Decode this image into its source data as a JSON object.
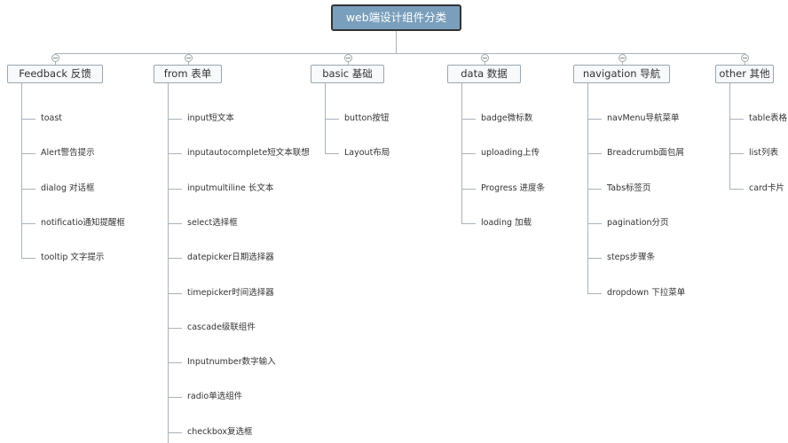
{
  "root": {
    "label": "web端设计组件分类"
  },
  "categories": [
    {
      "label": "Feedback 反馈",
      "items": [
        "toast",
        "Alert警告提示",
        "dialog 对话框",
        "notificatio通知提醒框",
        "tooltip 文字提示"
      ]
    },
    {
      "label": "from 表单",
      "items": [
        "input短文本",
        "inputautocomplete短文本联想",
        "inputmultiline 长文本",
        "select选择框",
        "datepicker日期选择器",
        "timepicker时间选择器",
        "cascade级联组件",
        "Inputnumber数字输入",
        "radio单选组件",
        "checkbox复选框"
      ]
    },
    {
      "label": "basic 基础",
      "items": [
        "button按钮",
        "Layout布局"
      ]
    },
    {
      "label": "data 数据",
      "items": [
        "badge微标数",
        "uploading上传",
        "Progress 进度条",
        "loading 加载"
      ]
    },
    {
      "label": "navigation 导航",
      "items": [
        "navMenu导航菜单",
        "Breadcrumb面包屑",
        "Tabs标签页",
        "pagination分页",
        "steps步骤条",
        "dropdown 下拉菜单"
      ]
    },
    {
      "label": "other 其他",
      "items": [
        "table表格",
        "list列表",
        "card卡片"
      ]
    }
  ]
}
